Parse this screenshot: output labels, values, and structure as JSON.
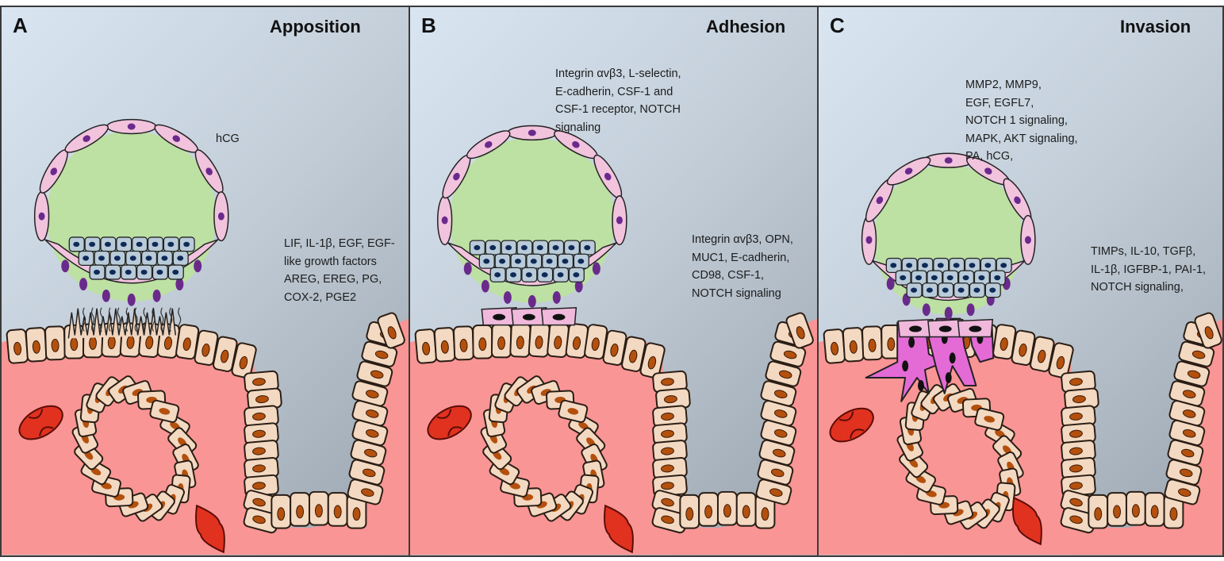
{
  "figure": {
    "panels": [
      {
        "id": "A",
        "letter": "A",
        "stage": "Apposition",
        "blastocyst_label": "hCG",
        "factor_lines": [
          "LIF, IL-1β, EGF, EGF-",
          "like growth factors",
          "AREG, EREG, PG,",
          "COX-2, PGE2"
        ]
      },
      {
        "id": "B",
        "letter": "B",
        "stage": "Adhesion",
        "top_factor_lines": [
          "Integrin αvβ3, L-selectin,",
          "E-cadherin, CSF-1 and",
          "CSF-1 receptor, NOTCH",
          "signaling"
        ],
        "factor_lines": [
          "Integrin αvβ3, OPN,",
          "MUC1, E-cadherin,",
          "CD98, CSF-1,",
          "NOTCH signaling"
        ]
      },
      {
        "id": "C",
        "letter": "C",
        "stage": "Invasion",
        "top_factor_lines": [
          "MMP2, MMP9,",
          "EGF, EGFL7,",
          "NOTCH 1 signaling,",
          "MAPK, AKT signaling,",
          "PA, hCG,"
        ],
        "factor_lines": [
          "TIMPs, IL-10, TGFβ,",
          "IL-1β, IGFBP-1, PAI-1,",
          "NOTCH signaling,"
        ]
      }
    ],
    "colors": {
      "uterine_lumen": "#b9c5d1",
      "stroma": "#f99595",
      "blastocoel": "#bde0a3",
      "trophectoderm": "#f1c3dd",
      "trophectoderm_nucleus": "#6a2a8c",
      "inner_cell_mass": "#b9cbd9",
      "icm_nucleus": "#0f2a57",
      "epithelial_cell": "#f3d9c2",
      "epithelial_nucleus": "#b4500e",
      "red_blood_cell": "#e0321f",
      "invasive_trophoblast": "#e46ad6"
    }
  }
}
